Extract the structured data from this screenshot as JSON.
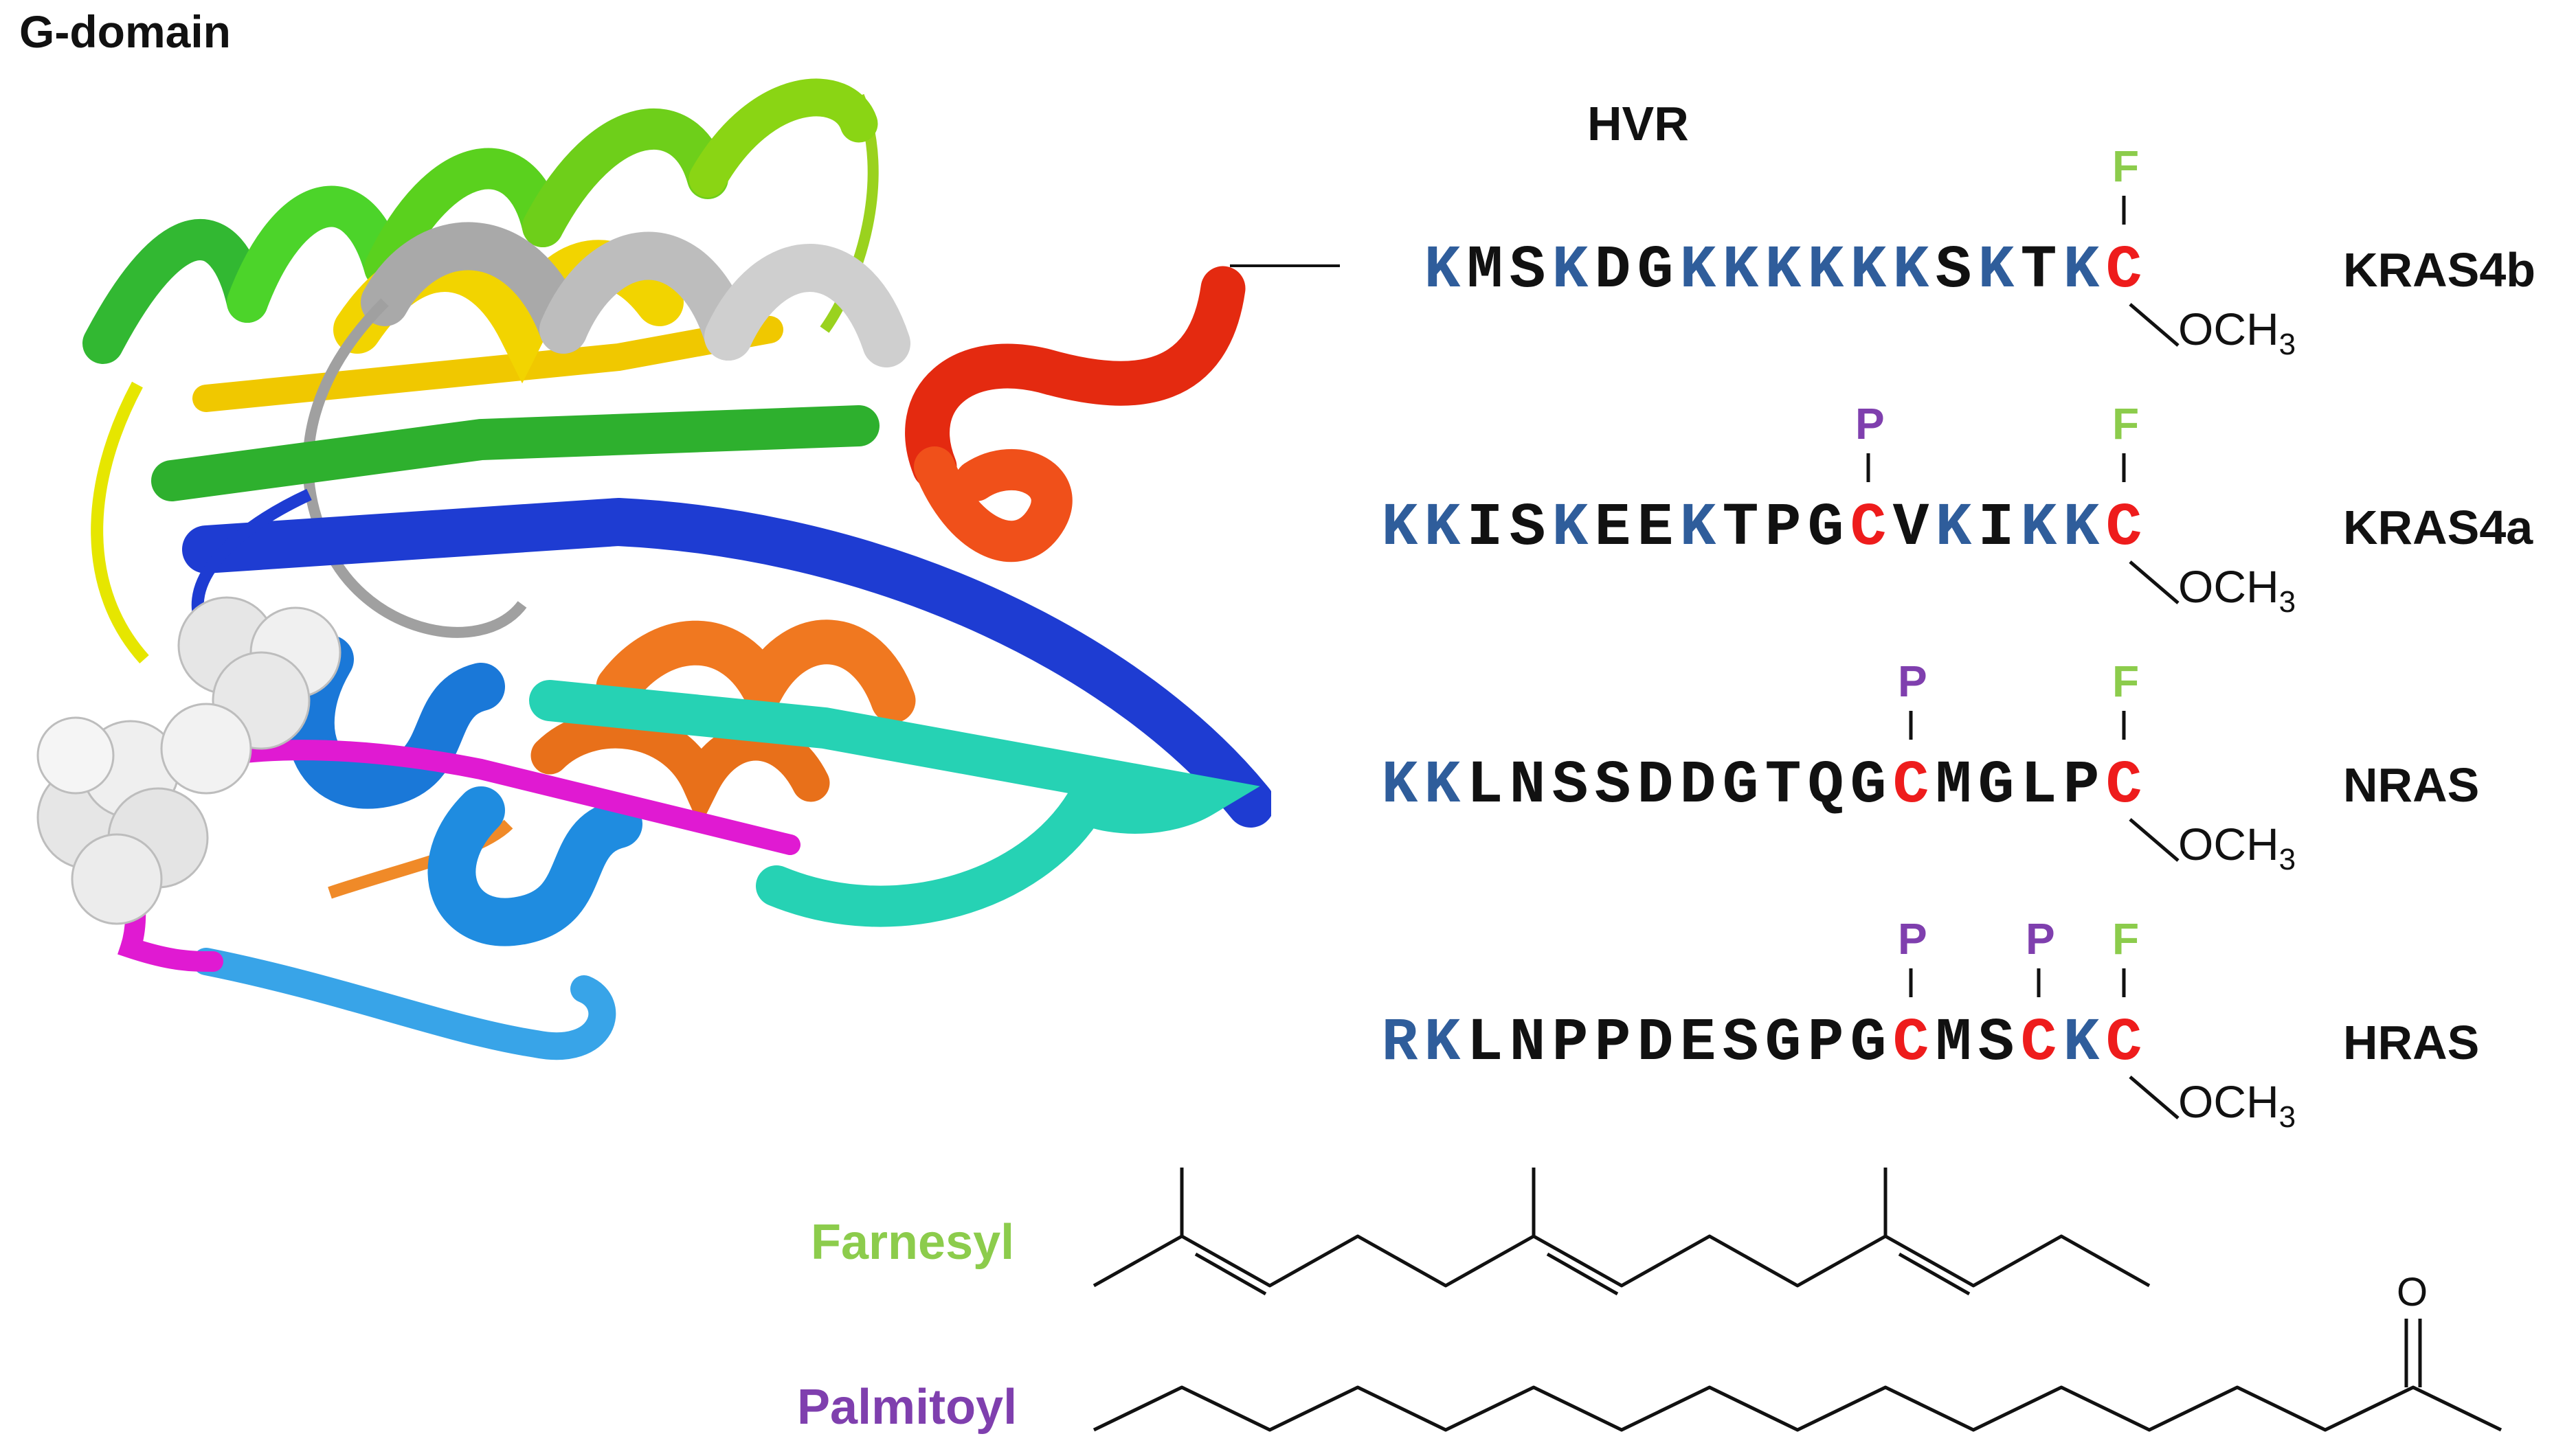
{
  "figure": {
    "g_domain_label": "G-domain",
    "hvr_label": "HVR",
    "colors": {
      "lysine": "#2f5d9b",
      "cysteine": "#ee1c1c",
      "farnesyl": "#8ccc4c",
      "palmitoyl": "#7f3fae",
      "other": "#111111"
    },
    "sequences": [
      {
        "name": "KRAS4b",
        "residues": [
          "K",
          "M",
          "S",
          "K",
          "D",
          "G",
          "K",
          "K",
          "K",
          "K",
          "K",
          "K",
          "S",
          "K",
          "T",
          "K",
          "C"
        ],
        "farnesyl": "F",
        "palmitoyl": [],
        "methyl": "OCH",
        "methyl_sub": "3"
      },
      {
        "name": "KRAS4a",
        "residues": [
          "K",
          "K",
          "I",
          "S",
          "K",
          "E",
          "E",
          "K",
          "T",
          "P",
          "G",
          "C",
          "V",
          "K",
          "I",
          "K",
          "K",
          "C"
        ],
        "farnesyl": "F",
        "palmitoyl": [
          "P"
        ],
        "methyl": "OCH",
        "methyl_sub": "3"
      },
      {
        "name": "NRAS",
        "residues": [
          "K",
          "K",
          "L",
          "N",
          "S",
          "S",
          "D",
          "D",
          "G",
          "T",
          "Q",
          "G",
          "C",
          "M",
          "G",
          "L",
          "P",
          "C"
        ],
        "farnesyl": "F",
        "palmitoyl": [
          "P"
        ],
        "methyl": "OCH",
        "methyl_sub": "3"
      },
      {
        "name": "HRAS",
        "residues": [
          "R",
          "K",
          "L",
          "N",
          "P",
          "P",
          "D",
          "E",
          "S",
          "G",
          "P",
          "G",
          "C",
          "M",
          "S",
          "C",
          "K",
          "C"
        ],
        "farnesyl": "F",
        "palmitoyl": [
          "P",
          "P"
        ],
        "methyl": "OCH",
        "methyl_sub": "3"
      }
    ],
    "lipids": [
      {
        "name": "Farnesyl"
      },
      {
        "name": "Palmitoyl",
        "carbonyl": "O"
      }
    ]
  }
}
